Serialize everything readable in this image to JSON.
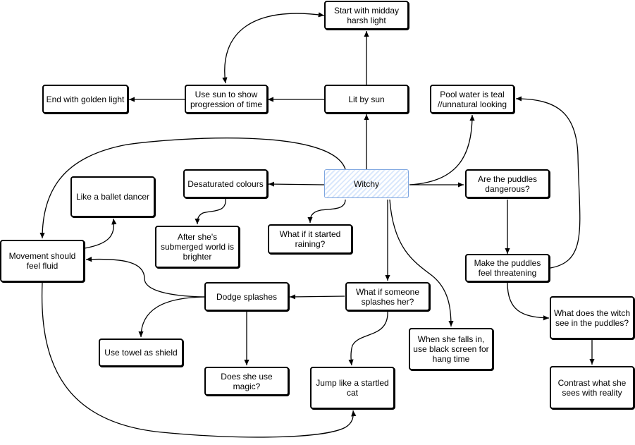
{
  "nodes": {
    "witchy": "Witchy",
    "lit_by_sun": "Lit by sun",
    "start_midday": "Start with midday harsh light",
    "sun_progression": "Use sun to show progression of time",
    "golden_light": "End with golden light",
    "pool_water": "Pool water is teal //unnatural looking",
    "puddles_dangerous": "Are the puddles dangerous?",
    "puddles_threatening": "Make the puddles feel threatening",
    "witch_sees": "What does the witch see in the puddles?",
    "contrast_reality": "Contrast what she sees with reality",
    "desaturated": "Desaturated colours",
    "submerged_brighter": "After she's submerged world is brighter",
    "started_raining": "What if it started raining?",
    "ballet_dancer": "Like a ballet dancer",
    "movement_fluid": "Movement should feel fluid",
    "dodge_splashes": "Dodge splashes",
    "someone_splashes": "What if someone splashes her?",
    "towel_shield": "Use towel as shield",
    "use_magic": "Does she use magic?",
    "startled_cat": "Jump like a startled cat",
    "black_screen": "When she falls in, use black screen for hang time"
  }
}
